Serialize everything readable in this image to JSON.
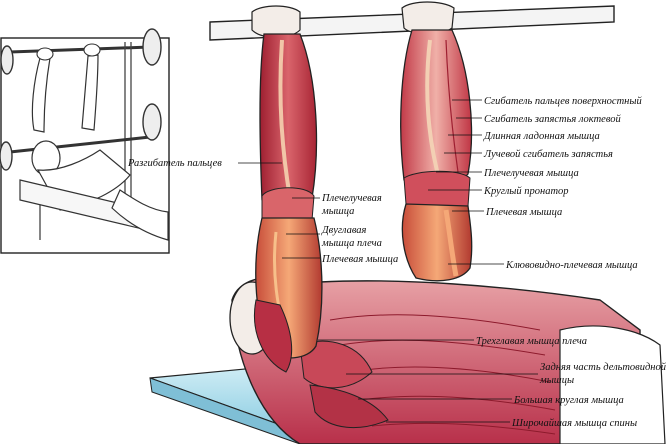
{
  "illustration": {
    "subject": "reverse-grip barbell bench press, anatomical view of arm muscles",
    "colors": {
      "muscle_dark": "#b22a3a",
      "muscle_light": "#e89a9a",
      "tendon": "#f0c9a8",
      "bench": "#bfe3ef",
      "skin_outline": "#222222"
    }
  },
  "labels": [
    {
      "id": "flexor_digitorum_superficialis",
      "text": "Сгибатель пальцев поверхностный"
    },
    {
      "id": "flexor_carpi_ulnaris",
      "text": "Сгибатель запястья локтевой"
    },
    {
      "id": "palmaris_longus",
      "text": "Длинная ладонная мышца"
    },
    {
      "id": "flexor_carpi_radialis",
      "text": "Лучевой сгибатель запястья"
    },
    {
      "id": "brachioradialis_right",
      "text": "Плечелучевая мышца"
    },
    {
      "id": "pronator_teres",
      "text": "Круглый пронатор"
    },
    {
      "id": "brachialis_right",
      "text": "Плечевая мышца"
    },
    {
      "id": "extensor_digitorum",
      "text": "Разгибатель пальцев"
    },
    {
      "id": "brachioradialis_left_1",
      "text": "Плечелучевая"
    },
    {
      "id": "brachioradialis_left_2",
      "text": "мышца"
    },
    {
      "id": "biceps_1",
      "text": "Двуглавая"
    },
    {
      "id": "biceps_2",
      "text": "мышца плеча"
    },
    {
      "id": "brachialis_left",
      "text": "Плечевая мышца"
    },
    {
      "id": "coracobrachialis",
      "text": "Клювовидно-плечевая мышца"
    },
    {
      "id": "triceps",
      "text": "Трехглавая мышца плеча"
    },
    {
      "id": "posterior_deltoid_1",
      "text": "Задняя часть дельтовидной"
    },
    {
      "id": "posterior_deltoid_2",
      "text": "мышцы"
    },
    {
      "id": "teres_major",
      "text": "Большая круглая мышца"
    },
    {
      "id": "latissimus_dorsi",
      "text": "Широчайшая мышца спины"
    }
  ]
}
